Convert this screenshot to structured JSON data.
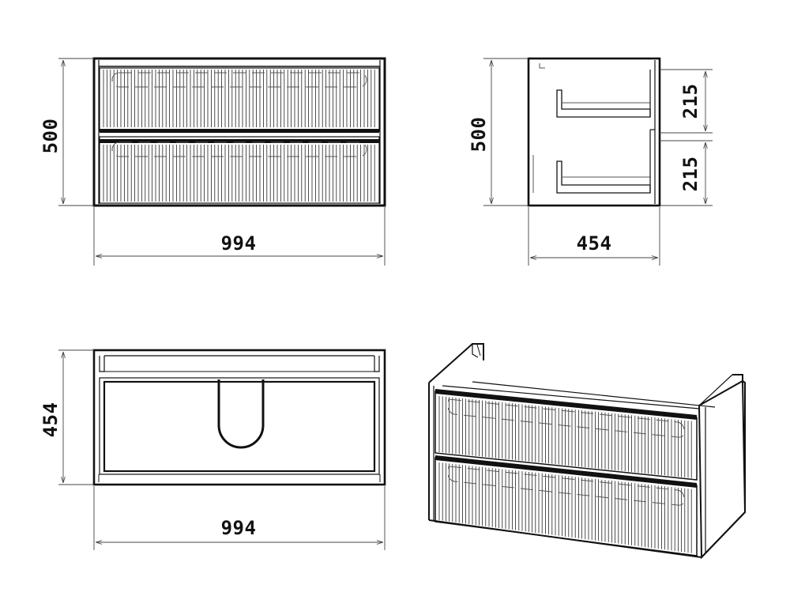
{
  "views": {
    "front": {
      "height_label": "500",
      "width_label": "994"
    },
    "side": {
      "height_label": "500",
      "depth_label": "454",
      "drawer_top_label": "215",
      "drawer_bottom_label": "215"
    },
    "top": {
      "depth_label": "454",
      "width_label": "994"
    }
  },
  "colors": {
    "line": "#111111",
    "thin_line": "#444444",
    "background": "#ffffff"
  }
}
